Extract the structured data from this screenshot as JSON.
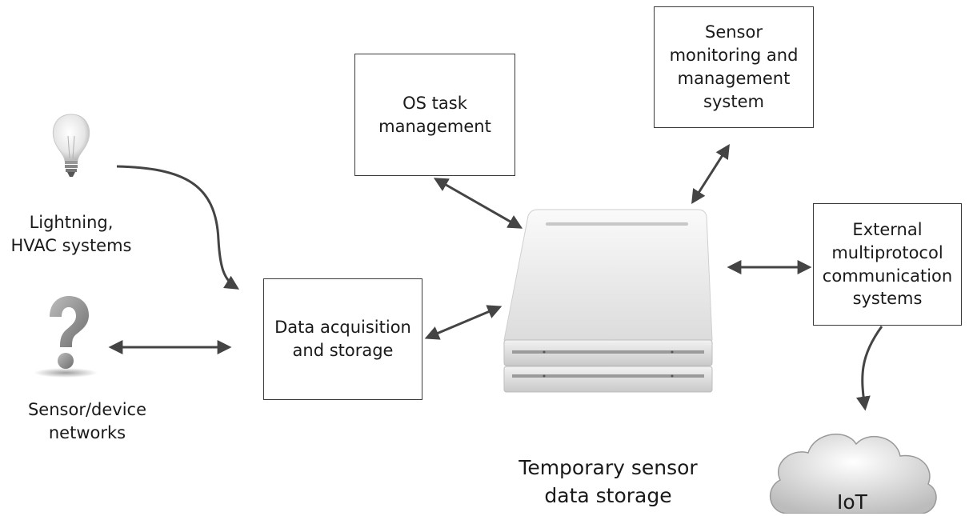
{
  "boxes": {
    "os_task": "OS task\nmanagement",
    "sensor_monitor": "Sensor\nmonitoring and\nmanagement\nsystem",
    "external_comm": "External\nmultiprotocol\ncommunication\nsystems",
    "data_acq": "Data acquisition\nand storage"
  },
  "labels": {
    "lighting": "Lightning,\nHVAC systems",
    "sensor_networks": "Sensor/device\nnetworks",
    "temp_storage": "Temporary sensor\ndata storage",
    "iot": "IoT"
  },
  "icons": [
    "lightbulb-icon",
    "question-mark-icon",
    "hard-drive-icon",
    "cloud-icon"
  ],
  "colors": {
    "stroke": "#3a3a3a",
    "arrow": "#444444"
  }
}
